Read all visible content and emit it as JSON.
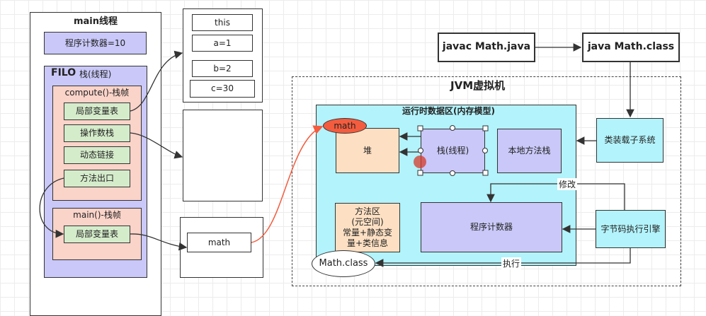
{
  "thread": {
    "title": "main线程",
    "pc": "程序计数器=10",
    "filo": "FILO",
    "stack": "栈(线程)",
    "compute_frame": "compute()-栈帧",
    "locals": "局部变量表",
    "operand": "操作数栈",
    "dynlink": "动态链接",
    "exit": "方法出口",
    "main_frame": "main()-栈帧",
    "main_locals": "局部变量表"
  },
  "locals_table": [
    "this",
    "a=1",
    "b=2",
    "c=30"
  ],
  "math_cell": "math",
  "jvm": {
    "title": "JVM虚拟机",
    "runtime_area": "运行时数据区(内存模型)",
    "math_tag": "math",
    "heap": "堆",
    "stack": "栈(线程)",
    "native_stack": "本地方法栈",
    "method_area": "方法区\n(元空间)\n常量+静态变\n量+类信息",
    "pc": "程序计数器",
    "mathclass": "Math.class"
  },
  "compile": {
    "javac": "javac Math.java",
    "java": "java Math.class"
  },
  "classloader": "类装载子系统",
  "engine": "字节码执行引擎",
  "edge_labels": {
    "modify": "修改",
    "execute": "执行"
  },
  "colors": {
    "lavender": "#c9c8f8",
    "salmon": "#fad3c9",
    "green": "#d5eccb",
    "cyan": "#b3f3fb",
    "peach": "#fde0c3",
    "orange_red": "#f35c3e"
  }
}
